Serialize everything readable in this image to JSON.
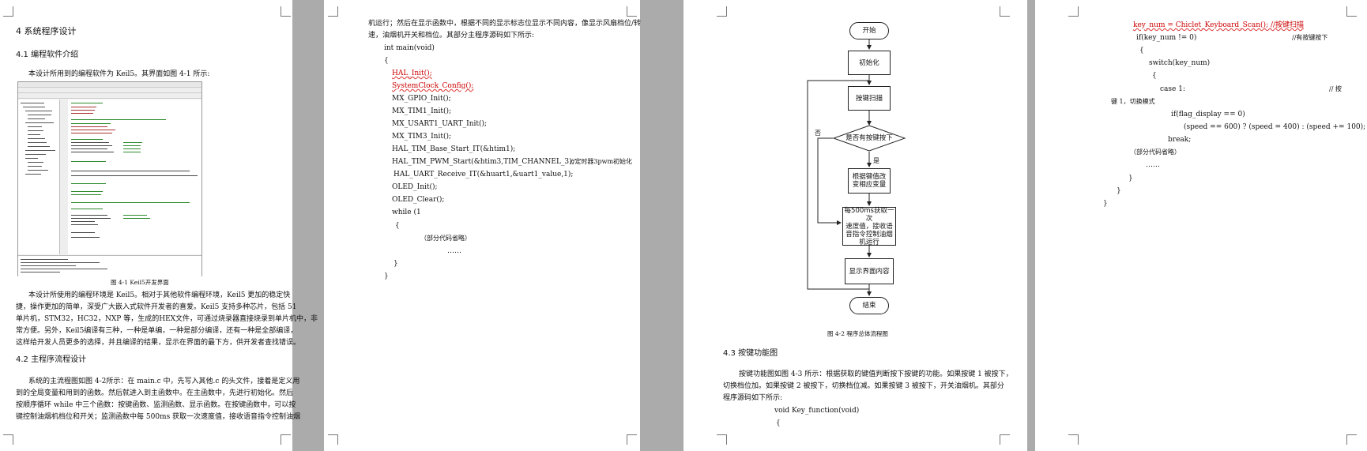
{
  "page1": {
    "chapter_title": "4 系统程序设计",
    "sec1_title": "4.1 编程软件介绍",
    "sec1_intro": "本设计所用到的编程软件为 Keil5。其界面如图 4-1 所示:",
    "fig1_caption": "图 4-1 Keil5开发界面",
    "para1": [
      "本设计所使用的编程环境是 Keil5。相对于其他软件编程环境，Keil5 更加的稳定快",
      "捷，操作更加的简单，深受广大嵌入式软件开发者的喜爱。Keil5 支持多种芯片，包括 51",
      "单片机，STM32，HC32，NXP 等，生成的HEX文件，可通过烧录器直接烧录到单片机中，非",
      "常方便。另外，Keil5编译有三种，一种是单编，一种是部分编译，还有一种是全部编译，",
      "这样给开发人员更多的选择，并且编译的结果，显示在界面的最下方，供开发者查找错误。"
    ],
    "sec2_title": "4.2 主程序流程设计",
    "para2": [
      "系统的主流程图如图 4-2所示：在 main.c 中，先写入其他.c 的头文件，接着是定义用",
      "到的全局变量和用到的函数。然后就进入到主函数中。在主函数中，先进行初始化。然后",
      "按顺序循环 while 中三个函数：按键函数、监测函数、显示函数。在按键函数中，可以按",
      "键控制油烟机档位和开关；监测函数中每 500ms 获取一次速度值，接收语音指令控制油烟"
    ]
  },
  "page2": {
    "intro": [
      "机运行；然后在显示函数中，根据不同的显示标志位显示不同内容，像显示风扇档位/转",
      "速，油烟机开关和档位。其部分主程序源码如下所示:"
    ],
    "code_lines": [
      "int main(void)",
      "{",
      "HAL_Init();",
      "SystemClock_Config();",
      "MX_GPIO_Init();",
      "MX_TIM1_Init();",
      "MX_USART1_UART_Init();",
      "MX_TIM3_Init();",
      "HAL_TIM_Base_Start_IT(&htim1);",
      "HAL_TIM_PWM_Start(&htim3,TIM_CHANNEL_3);",
      "HAL_UART_Receive_IT(&huart1,&uart1_value,1);",
      "OLED_Init();",
      "OLED_Clear();",
      "while (1",
      "{",
      "（部分代码省略）",
      "……",
      "}",
      "}"
    ],
    "pwm_comment": "//定时器3pwm初始化"
  },
  "page3": {
    "flow": {
      "start": "开始",
      "init": "初始化",
      "scan": "按键扫描",
      "decision": "是否有按键按下",
      "no": "否",
      "yes": "是",
      "change": "根据键值改\n变相应变量",
      "monitor": "每500ms获取一次\n速度值，接收语\n音指令控制油烟\n机运行",
      "display": "显示界面内容",
      "end": "结束"
    },
    "fig2_caption": "图 4-2  程序总体流程图",
    "sec3_title": "4.3 按键功能图",
    "para3": [
      "按键功能图如图 4-3 所示：根据获取的键值判断按下按键的功能。如果按键 1 被按下，",
      "切换档位加。如果按键 2 被按下，切换档位减。如果按键 3 被按下，开关油烟机。其部分",
      "程序源码如下所示:"
    ],
    "code_lines": [
      "void Key_function(void)",
      "{"
    ]
  },
  "page4": {
    "code_lines": [
      "key_num = Chiclet_Keyboard_Scan();   //按键扫描",
      "if(key_num != 0)",
      "{",
      "switch(key_num)",
      "{",
      "case 1:",
      "键 1，切换模式",
      "if(flag_display == 0)",
      "(speed == 600) ? (speed = 400) : (speed += 100);",
      "break;",
      "（部分代码省略）",
      "……",
      "}",
      "}",
      "}"
    ],
    "comment_pressed": "//有按键按下",
    "comment_case1": "//  按"
  }
}
